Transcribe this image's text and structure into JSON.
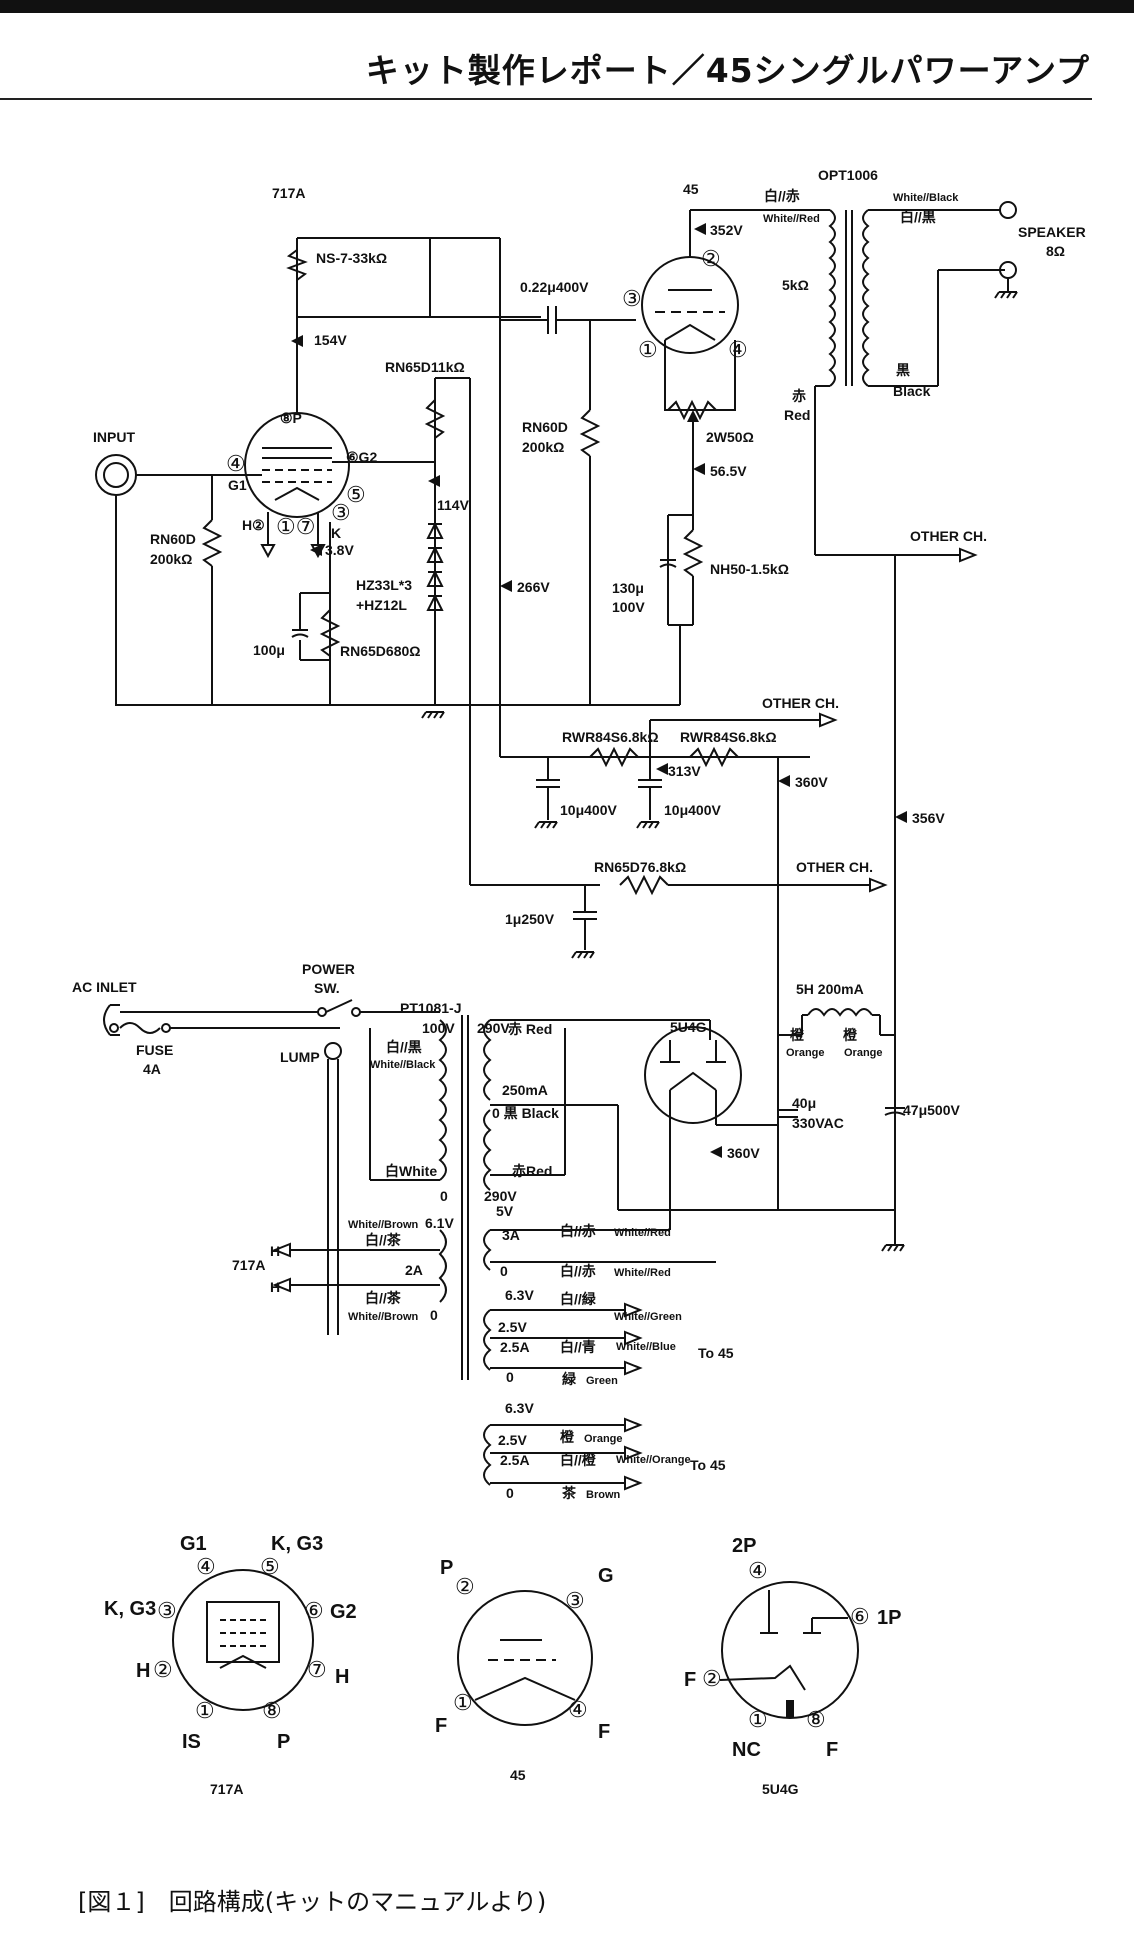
{
  "header": "キット製作レポート／45シングルパワーアンプ",
  "caption": "[図１]　回路構成(キットのマニュアルより)",
  "labels": {
    "t717a": "717A",
    "t45": "45",
    "opt": "OPT1006",
    "opt_pw": "白//赤",
    "opt_pw_en": "White//Red",
    "opt_sw_en": "White//Black",
    "opt_sw": "白//黒",
    "speaker": "SPEAKER",
    "speaker_ohm": "8Ω",
    "opt_z": "5kΩ",
    "opt_red": "赤",
    "opt_red_en": "Red",
    "opt_blk": "黒",
    "opt_blk_en": "Black",
    "r_plate": "NS-7-33kΩ",
    "v154": "154V",
    "cap_c": "0.22μ400V",
    "v352": "352V",
    "pin3": "③",
    "pin2": "②",
    "pin1": "①",
    "pin4": "④",
    "rn65_1k": "RN65D11kΩ",
    "p8p": "⑧P",
    "input": "INPUT",
    "g1": "G1",
    "pin4g": "④",
    "g2": "⑥G2",
    "pin5": "⑤",
    "k": "K",
    "pin3k": "③",
    "h2": "H②",
    "pin17": "①⑦",
    "v114": "114V",
    "v38": "3.8V",
    "rn60_200": "RN60D",
    "rn60_200v": "200kΩ",
    "rn60d_a": "RN60D",
    "rn60d_av": "200kΩ",
    "zener": "HZ33L*3",
    "zener2": "+HZ12L",
    "v266": "266V",
    "cap100": "100μ",
    "rk": "RN65D680Ω",
    "pot": "2W50Ω",
    "v565": "56.5V",
    "cap130": "130μ",
    "cap130v": "100V",
    "nh50": "NH50-1.5kΩ",
    "other1": "OTHER CH.",
    "other2": "OTHER CH.",
    "other3": "OTHER CH.",
    "rwr1": "RWR84S6.8kΩ",
    "rwr2": "RWR84S6.8kΩ",
    "v313": "313V",
    "v360a": "360V",
    "cap10a": "10μ400V",
    "cap10b": "10μ400V",
    "v356": "356V",
    "rn65_68": "RN65D76.8kΩ",
    "cap1": "1μ250V",
    "ac_inlet": "AC INLET",
    "power": "POWER",
    "sw": "SW.",
    "fuse": "FUSE",
    "fuse_a": "4A",
    "lump": "LUMP",
    "pt": "PT1081-J",
    "v100": "100V",
    "v290a": "290V",
    "pri_wb": "白//黒",
    "pri_wb_en": "White//Black",
    "sec_red": "赤 Red",
    "ma250": "250mA",
    "blk0": "0 黒 Black",
    "pri_white": "白White",
    "sec_red2": "赤Red",
    "zero": "0",
    "v290b": "290V",
    "t5u4g": "5U4G",
    "choke": "5H 200mA",
    "or1": "橙",
    "or1_en": "Orange",
    "or2": "橙",
    "or2_en": "Orange",
    "cap40": "40μ",
    "cap40v": "330VAC",
    "cap47": "47μ500V",
    "v360b": "360V",
    "wb1": "White//Brown",
    "v61": "6.1V",
    "ch1": "白//茶",
    "h_a": "H",
    "t717a_h": "717A",
    "a2": "2A",
    "h_b": "H",
    "ch2": "白//茶",
    "wb2": "White//Brown",
    "z0a": "0",
    "v5": "5V",
    "a3": "3A",
    "wr1": "白//赤",
    "wr1_en": "White//Red",
    "z0b": "0",
    "wr2": "白//赤",
    "wr2_en": "White//Red",
    "v63a": "6.3V",
    "wg": "白//緑",
    "wg_en": "White//Green",
    "v25a": "2.5V",
    "a25a": "2.5A",
    "wbl": "白//青",
    "wbl_en": "White//Blue",
    "to45a": "To 45",
    "z0c": "0",
    "gr": "緑",
    "gr_en": "Green",
    "v63b": "6.3V",
    "or3": "橙",
    "or3_en": "Orange",
    "v25b": "2.5V",
    "a25b": "2.5A",
    "wo": "白//橙",
    "wo_en": "White//Orange",
    "to45b": "To 45",
    "z0d": "0",
    "br": "茶",
    "br_en": "Brown"
  },
  "pinouts": {
    "p717a": {
      "name": "717A",
      "g1": "G1",
      "k_g3_top": "K, G3",
      "k_g3_left": "K, G3",
      "g2": "G2",
      "h_left": "H",
      "h_right": "H",
      "is": "IS",
      "p": "P",
      "n4": "④",
      "n5": "⑤",
      "n3": "③",
      "n6": "⑥",
      "n2": "②",
      "n7": "⑦",
      "n1": "①",
      "n8": "⑧"
    },
    "p45": {
      "name": "45",
      "p": "P",
      "g": "G",
      "f_left": "F",
      "f_right": "F",
      "n2": "②",
      "n3": "③",
      "n1": "①",
      "n4": "④"
    },
    "p5u4g": {
      "name": "5U4G",
      "p2": "2P",
      "p1": "1P",
      "f_left": "F",
      "f_right": "F",
      "nc": "NC",
      "n4": "④",
      "n6": "⑥",
      "n2": "②",
      "n1": "①",
      "n8": "⑧"
    }
  }
}
